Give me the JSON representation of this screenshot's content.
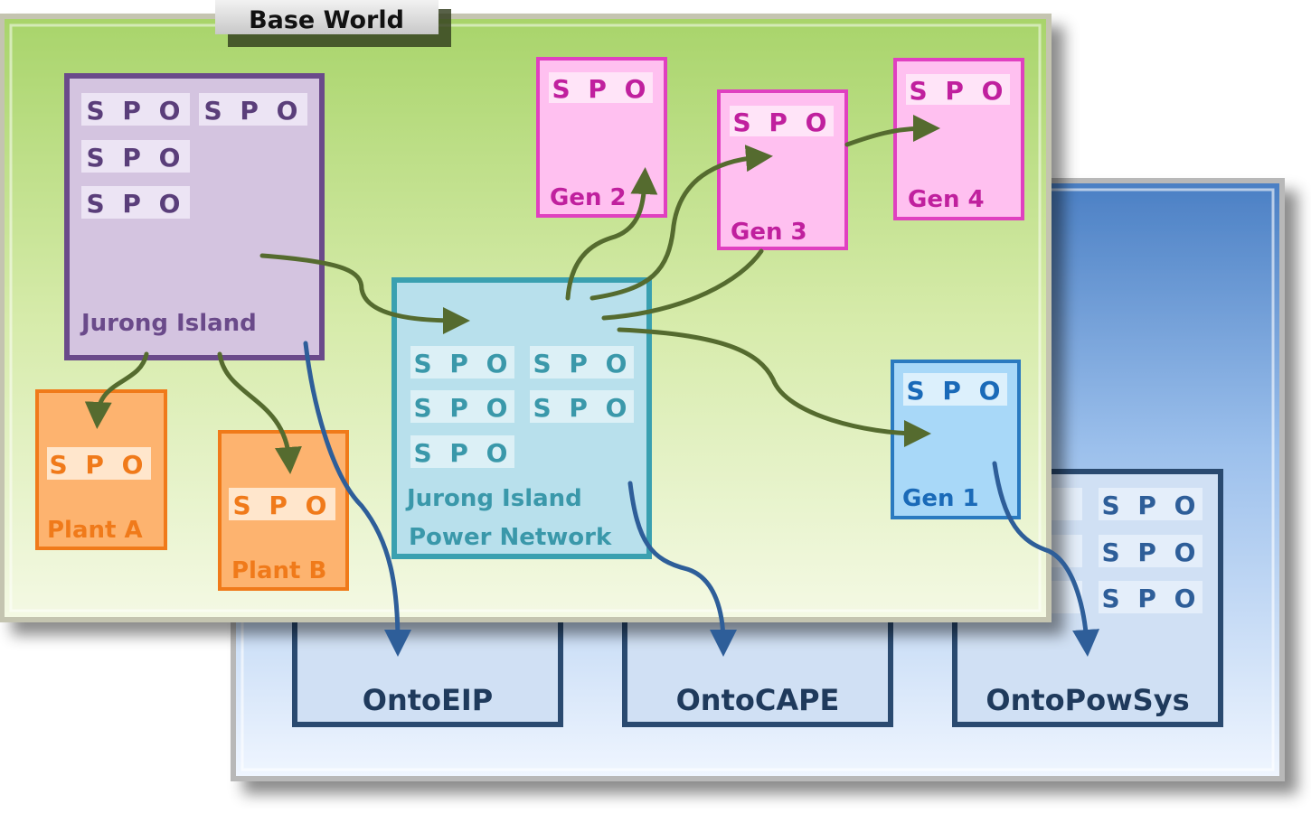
{
  "title": "Base World",
  "spo_label": "S P O",
  "colors": {
    "green_arrow": "#556b2f",
    "blue_arrow": "#2e5e99",
    "jurong_island": "#6a4a8a",
    "plants": "#f07a1a",
    "power_network": "#3aa0b0",
    "generators": "#e040c0",
    "gen1": "#2a7ac0",
    "ontologies": "#2a4a70"
  },
  "nodes": {
    "jurong_island": "Jurong Island",
    "plant_a": "Plant A",
    "plant_b": "Plant B",
    "power_network_line1": "Jurong Island",
    "power_network_line2": "Power Network",
    "gen1": "Gen 1",
    "gen2": "Gen 2",
    "gen3": "Gen 3",
    "gen4": "Gen 4"
  },
  "ontologies": [
    "OntoEIP",
    "OntoCAPE",
    "OntoPowSys"
  ]
}
